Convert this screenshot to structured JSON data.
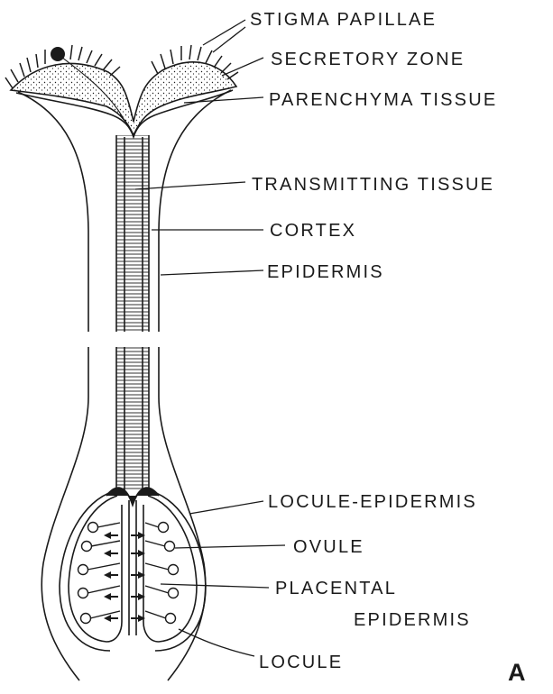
{
  "diagram": {
    "labels": {
      "stigma_papillae": "STIGMA PAPILLAE",
      "secretory_zone": "SECRETORY ZONE",
      "parenchyma_tissue": "PARENCHYMA TISSUE",
      "transmitting_tissue": "TRANSMITTING TISSUE",
      "cortex": "CORTEX",
      "epidermis": "EPIDERMIS",
      "locule_epidermis": "LOCULE-EPIDERMIS",
      "ovule": "OVULE",
      "placental_line1": "PLACENTAL",
      "placental_line2": "EPIDERMIS",
      "locule": "LOCULE"
    },
    "panel_letter": "A",
    "colors": {
      "ink": "#1a1a1a",
      "paper": "#ffffff"
    }
  }
}
